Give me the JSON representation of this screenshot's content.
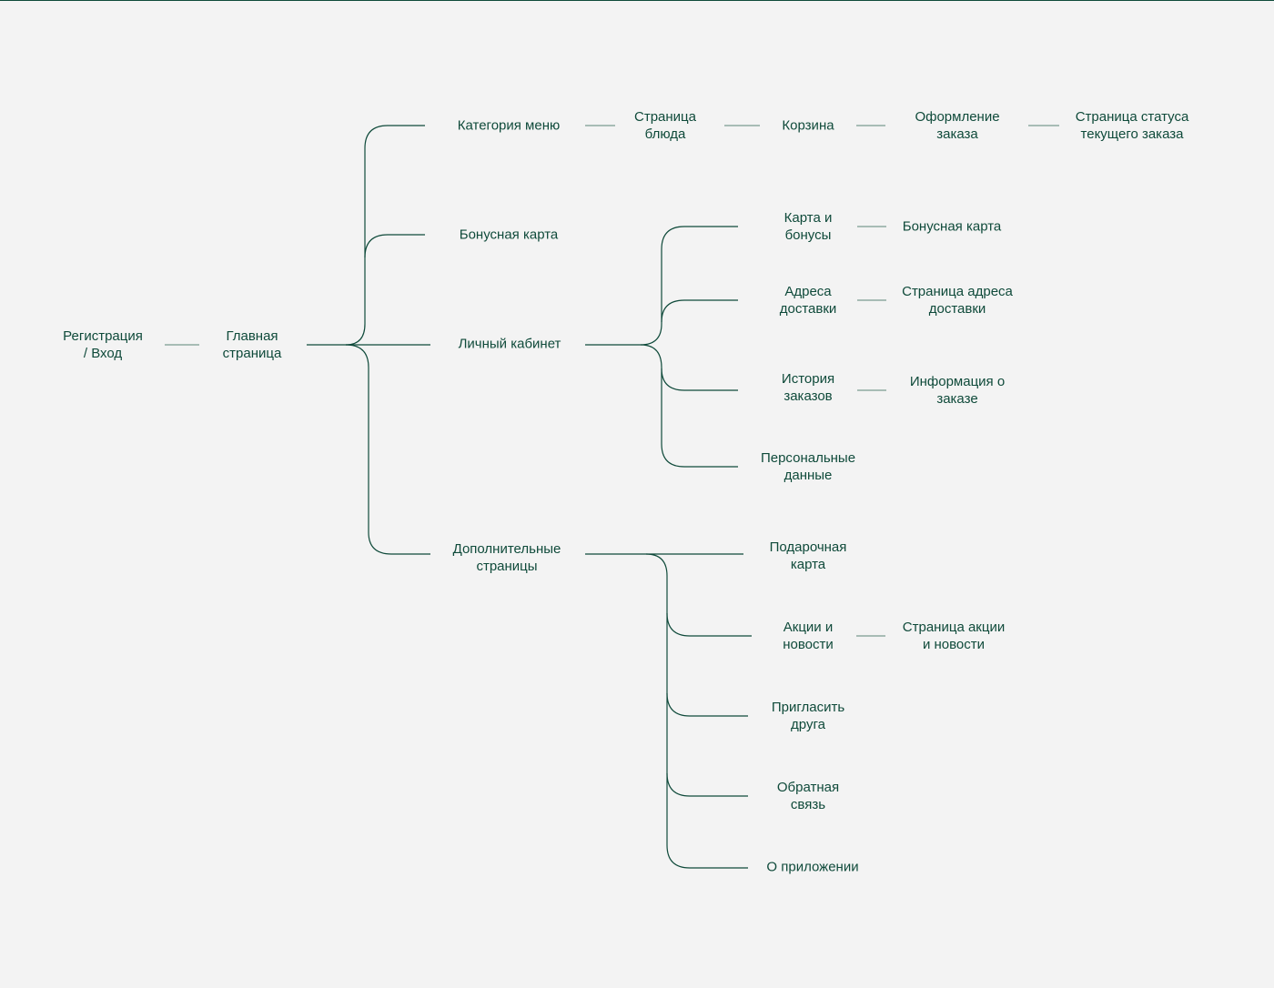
{
  "colors": {
    "line": "#0f4a3a",
    "connector": "#7a9a90",
    "text": "#0f4a3a",
    "background": "#f3f3f3"
  },
  "nodes": {
    "login": [
      "Регистрация",
      "/ Вход"
    ],
    "home": [
      "Главная",
      "страница"
    ],
    "menu_category": "Категория меню",
    "dish_page": [
      "Страница",
      "блюда"
    ],
    "cart": "Корзина",
    "checkout": [
      "Оформление",
      "заказа"
    ],
    "order_status": [
      "Страница статуса",
      "текущего заказа"
    ],
    "bonus_card": "Бонусная карта",
    "account": "Личный кабинет",
    "extra_pages": [
      "Дополнительные",
      "страницы"
    ],
    "card_bonuses": [
      "Карта и",
      "бонусы"
    ],
    "card_bonuses_child": "Бонусная карта",
    "addresses": [
      "Адреса",
      "доставки"
    ],
    "address_page": [
      "Страница адреса",
      "доставки"
    ],
    "order_history": [
      "История",
      "заказов"
    ],
    "order_info": [
      "Информация о",
      "заказе"
    ],
    "personal_data": [
      "Персональные",
      "данные"
    ],
    "gift_card": [
      "Подарочная",
      "карта"
    ],
    "promos": [
      "Акции и",
      "новости"
    ],
    "promo_page": [
      "Страница акции",
      "и новости"
    ],
    "invite": [
      "Пригласить",
      "друга"
    ],
    "feedback": [
      "Обратная",
      "связь"
    ],
    "about": "О приложении"
  }
}
